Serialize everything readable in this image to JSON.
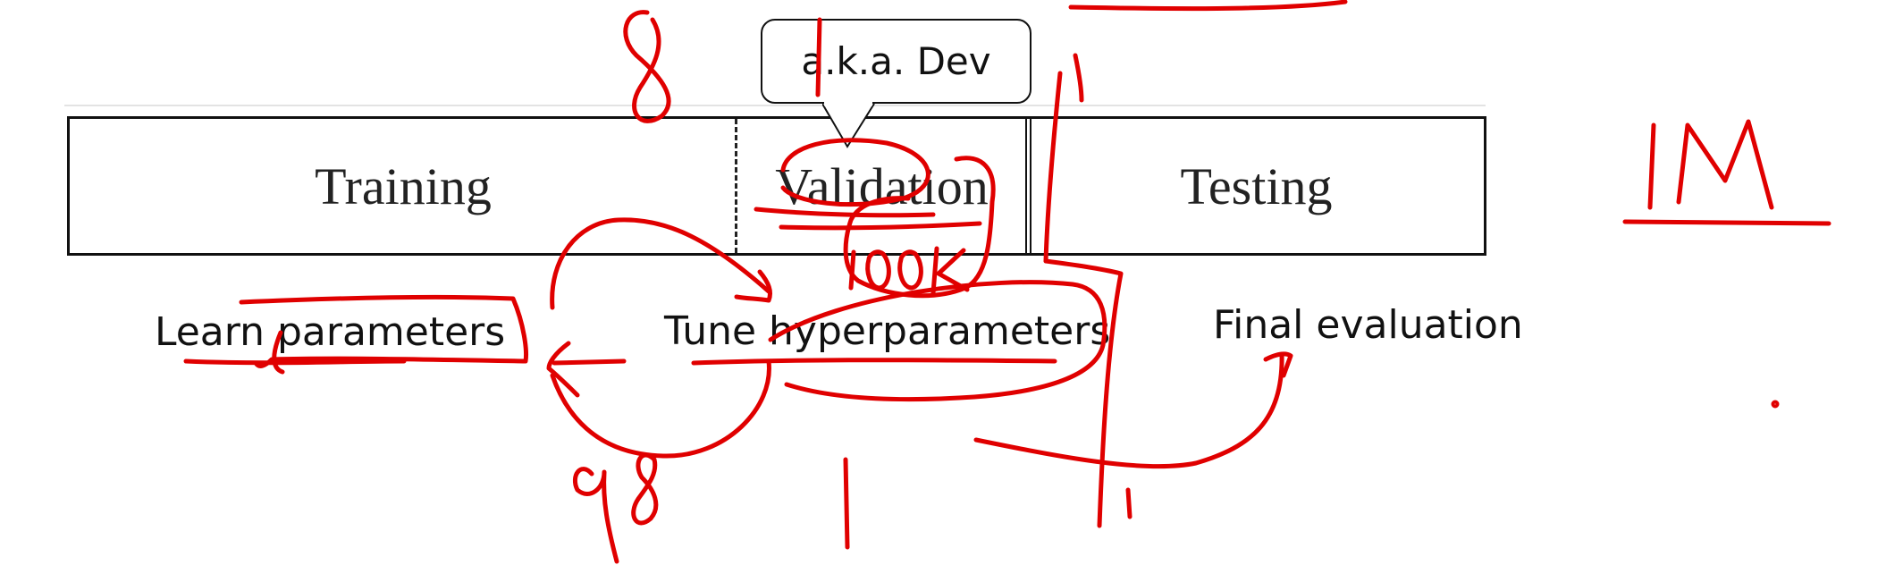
{
  "data_split": {
    "training": "Training",
    "validation": "Validation",
    "testing": "Testing"
  },
  "callout": {
    "text": "a.k.a. Dev"
  },
  "stages": {
    "learn": "Learn parameters",
    "tune": "Tune hyperparameters",
    "final": "Final evaluation"
  },
  "colors": {
    "ink": "#e00000",
    "border": "#111111"
  }
}
